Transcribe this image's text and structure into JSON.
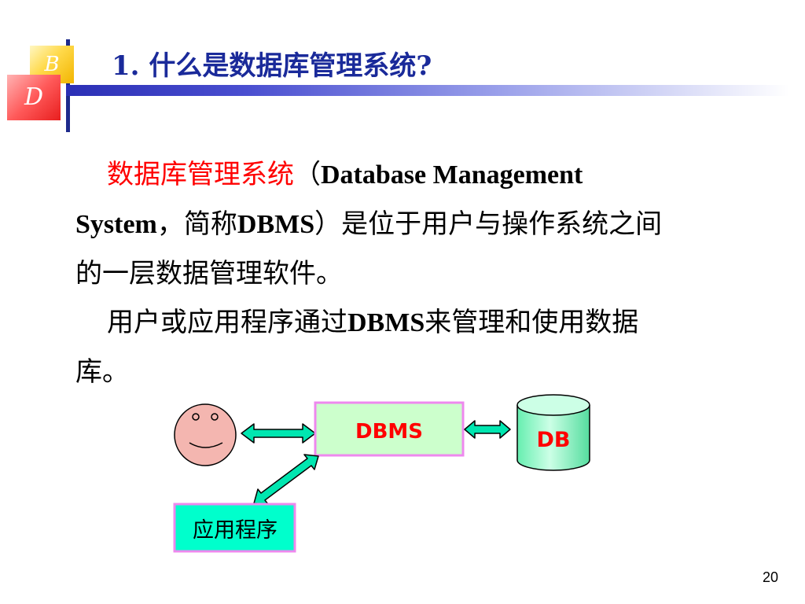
{
  "header": {
    "logo_top": "B",
    "logo_bottom": "D",
    "title": "1. 什么是数据库管理系统?"
  },
  "body": {
    "p1_red": "数据库管理系统",
    "p1_open": "（",
    "p1_en1": "Database  Management",
    "p1_en2": "System",
    "p1_mid": "，简称",
    "p1_dbms": "DBMS",
    "p1_rest1": "）是位于用户与操作系统之间",
    "p1_rest2": "的一层数据管理软件。",
    "p2_a": "用户或应用程序通过",
    "p2_dbms": "DBMS",
    "p2_b": "来管理和使用数据",
    "p2_c": "库。"
  },
  "diagram": {
    "dbms_label": "DBMS",
    "db_label": "DB",
    "app_label": "应用程序",
    "colors": {
      "face": "#f4b6b0",
      "box_fill": "#ccffcc",
      "box_border": "#ee88ee",
      "box_text": "#ff0000",
      "app_fill": "#00ffcc",
      "arrow": "#00e6b0",
      "db_fill": "#99ffcc",
      "db_top": "#ccffe6"
    }
  },
  "footer": {
    "page_number": "20"
  }
}
